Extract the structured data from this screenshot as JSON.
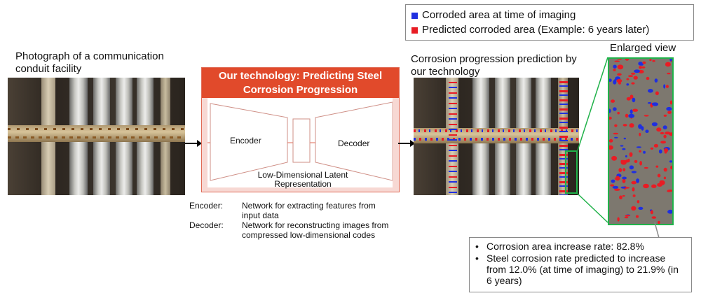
{
  "legend": {
    "items": [
      {
        "label": "Corroded area at time of imaging",
        "color": "#1f2fe0"
      },
      {
        "label": "Predicted corroded area (Example: 6 years later)",
        "color": "#e81c24"
      }
    ]
  },
  "input_caption": "Photograph of a communication conduit facility",
  "output_caption": "Corrosion progression prediction by our technology",
  "enlarged_caption": "Enlarged view",
  "tech": {
    "title": "Our technology: Predicting Steel Corrosion Progression",
    "encoder": "Encoder",
    "decoder": "Decoder",
    "latent": "Low-Dimensional Latent Representation"
  },
  "definitions": [
    {
      "term": "Encoder:",
      "desc": "Network for extracting features from input data"
    },
    {
      "term": "Decoder:",
      "desc": "Network for reconstructing images from compressed low-dimensional codes"
    }
  ],
  "results": [
    "Corrosion area increase rate: 82.8%",
    "Steel corrosion rate predicted to increase from 12.0% (at time of imaging) to 21.9% (in 6 years)"
  ],
  "colors": {
    "accent": "#e14a2b",
    "tech_bg": "#f7d8d3",
    "green_frame": "#20b24a",
    "corroded_now": "#1f2fe0",
    "corroded_pred": "#e81c24"
  }
}
